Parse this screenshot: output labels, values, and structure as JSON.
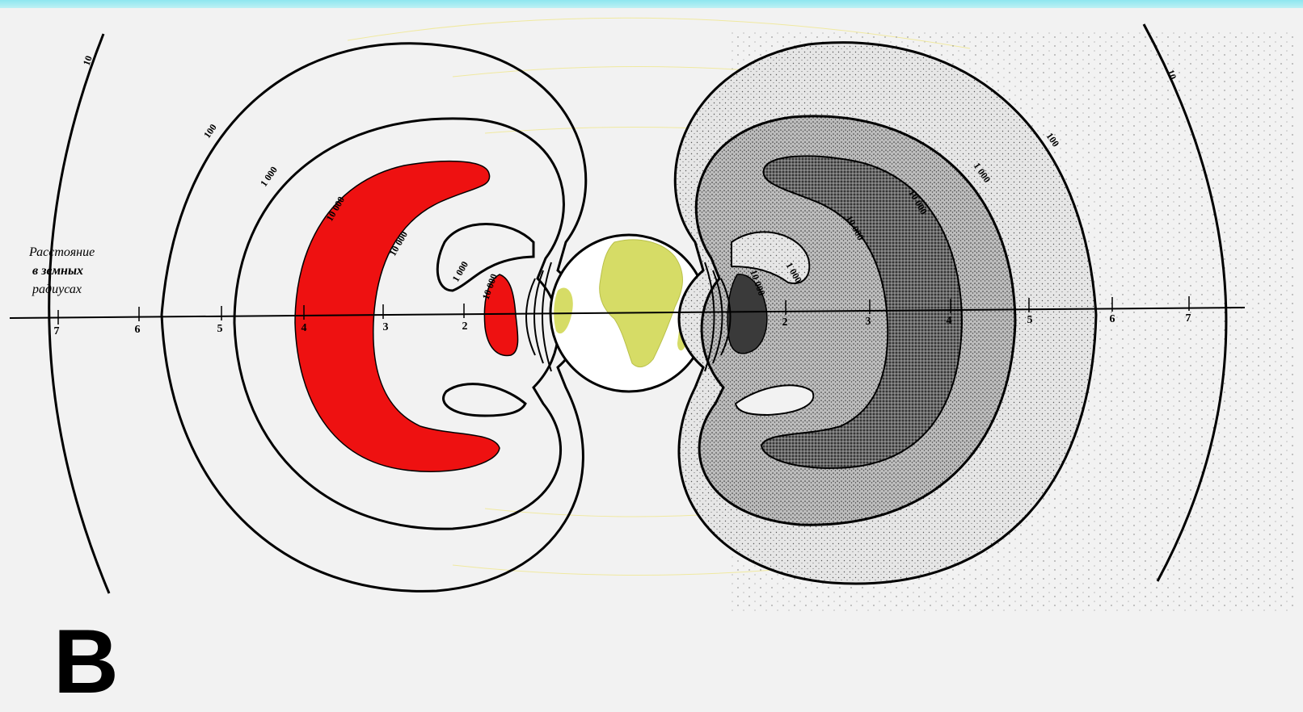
{
  "figure": {
    "axis_caption": [
      "Расстояние",
      "в земных",
      "радиусах"
    ],
    "left_ticks": [
      "7",
      "6",
      "5",
      "4",
      "3",
      "2"
    ],
    "right_ticks": [
      "2",
      "3",
      "4",
      "5",
      "6",
      "7"
    ],
    "contour_labels": {
      "c10": "10",
      "c100": "100",
      "c1000": "1 000",
      "c10000": "10 000"
    },
    "colors": {
      "background": "#f2f2f2",
      "top_bar": "#a6ebf2",
      "inner_belt_left": "#ee1111",
      "outline": "#000000",
      "earth_land": "#d6dc66"
    }
  },
  "footer": {
    "partial_text": "В"
  }
}
